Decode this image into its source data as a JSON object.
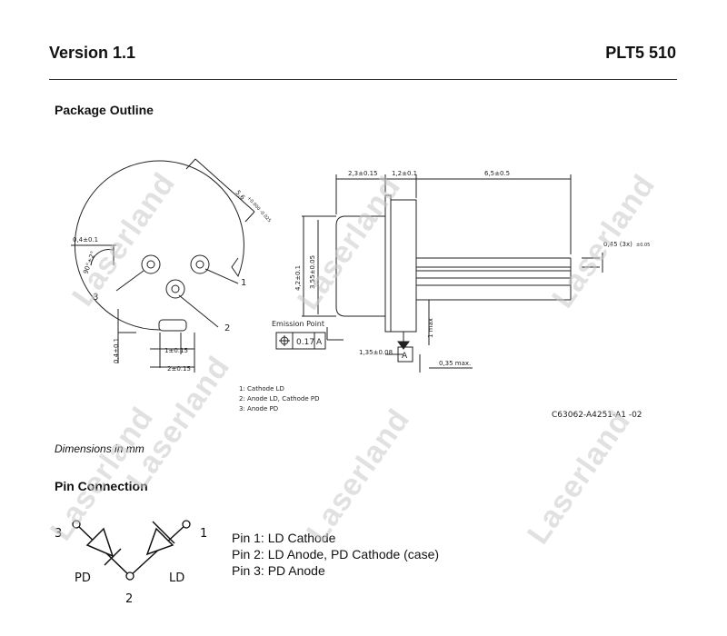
{
  "header": {
    "version": "Version 1.1",
    "part": "PLT5 510"
  },
  "sections": {
    "package_outline": "Package Outline",
    "pin_connection": "Pin Connection"
  },
  "dimensions_note": "Dimensions in mm",
  "drawing": {
    "dims": {
      "d23": "2,3±0.15",
      "d12": "1,2±0.1",
      "d65": "6,5±0.5",
      "d56": "5,6",
      "d56_tol": "+0.000 -0.025",
      "d04_top": "0,4±0.1",
      "d90": "90°±2°",
      "d42": "4,2±0.1",
      "d355": "3,55±0.05",
      "d045": "0,45 (3x)",
      "d045_tol": "±0.05",
      "d04_side": "0,4±0.1",
      "d1": "1±0.15",
      "d2": "2±0.15",
      "d135": "1,35±0.08",
      "d035": "0,35 max.",
      "d1max": "1 max",
      "datum": "A",
      "tol_value": "0.17",
      "tol_datum": "A"
    },
    "emission_point": "Emission Point",
    "callouts": [
      "1",
      "2",
      "3"
    ],
    "legend": [
      "1: Cathode LD",
      "2: Anode LD, Cathode PD",
      "3: Anode PD"
    ],
    "drawing_number": "C63062-A4251-A1 -02"
  },
  "pin_diagram": {
    "pin3": "3",
    "pin1": "1",
    "pin2": "2",
    "pd_label": "PD",
    "ld_label": "LD"
  },
  "pins": [
    "Pin 1: LD Cathode",
    "Pin 2: LD Anode, PD Cathode (case)",
    "Pin 3: PD Anode"
  ],
  "watermark": "Laserland"
}
